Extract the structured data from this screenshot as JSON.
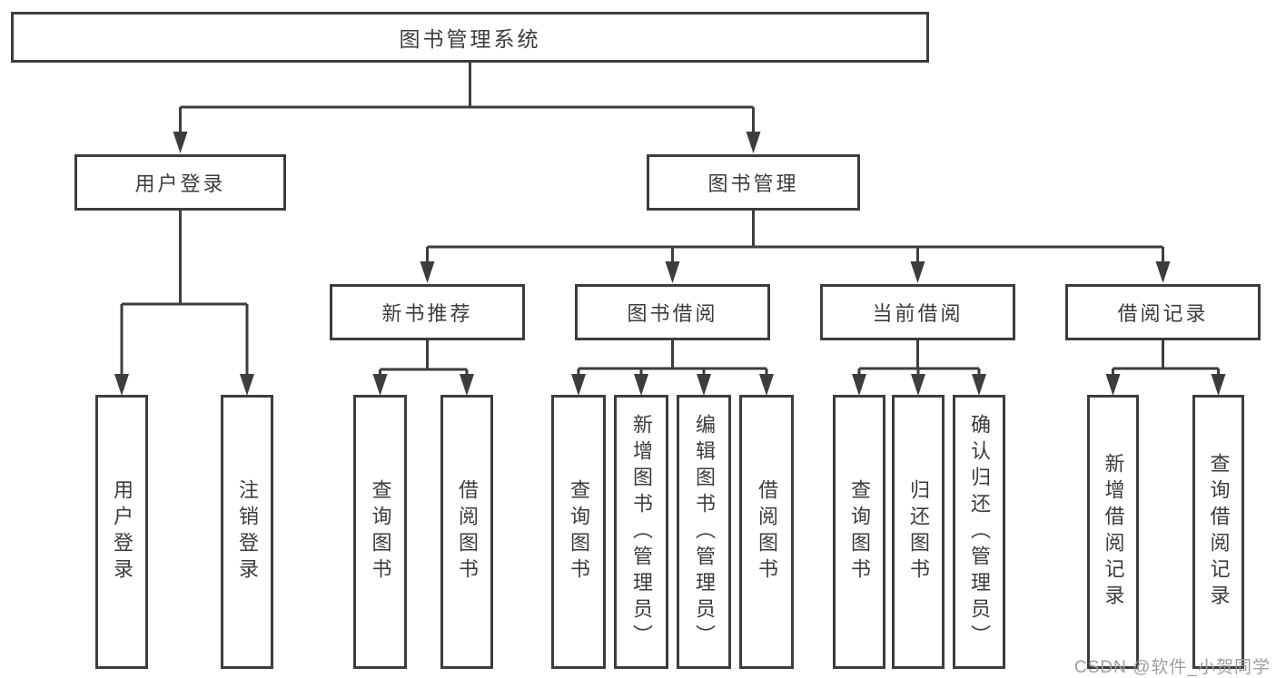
{
  "diagram": {
    "root": {
      "label": "图书管理系统"
    },
    "branches": [
      {
        "label": "用户登录",
        "children": [
          {
            "label": "用户登录"
          },
          {
            "label": "注销登录"
          }
        ]
      },
      {
        "label": "图书管理",
        "groups": [
          {
            "label": "新书推荐",
            "children": [
              {
                "label": "查询图书"
              },
              {
                "label": "借阅图书"
              }
            ]
          },
          {
            "label": "图书借阅",
            "children": [
              {
                "label": "查询图书"
              },
              {
                "label": "新增图书（管理员）"
              },
              {
                "label": "编辑图书（管理员）"
              },
              {
                "label": "借阅图书"
              }
            ]
          },
          {
            "label": "当前借阅",
            "children": [
              {
                "label": "查询图书"
              },
              {
                "label": "归还图书"
              },
              {
                "label": "确认归还（管理员）"
              }
            ]
          },
          {
            "label": "借阅记录",
            "children": [
              {
                "label": "新增借阅记录"
              },
              {
                "label": "查询借阅记录"
              }
            ]
          }
        ]
      }
    ]
  },
  "watermark": {
    "text": "CSDN @软件_小贺同学"
  },
  "colors": {
    "line": "#3d3d3d",
    "text": "#3c3c3c",
    "watermark": "#9e9e9e",
    "background": "#ffffff"
  }
}
